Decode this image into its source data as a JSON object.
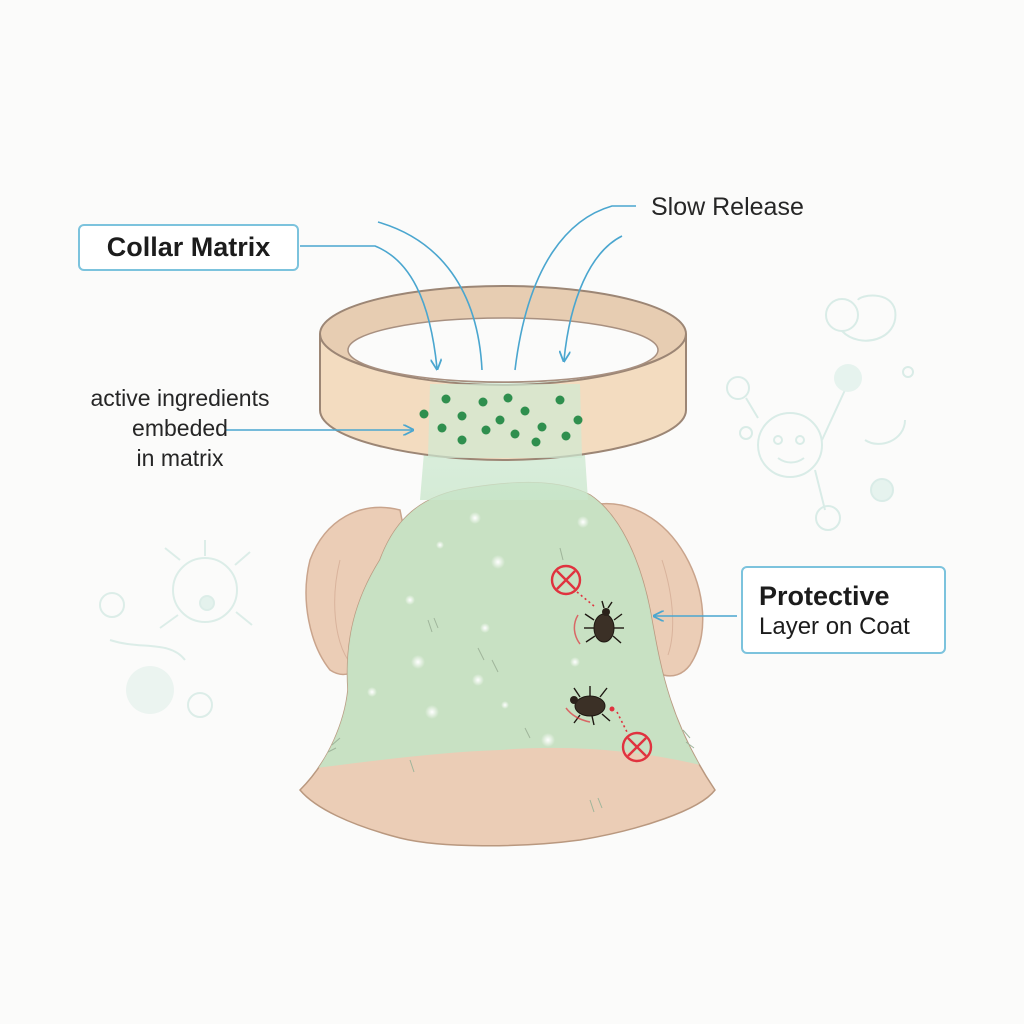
{
  "labels": {
    "collar_matrix": "Collar Matrix",
    "slow_release": "Slow Release",
    "active_ingredients": [
      "active ingredients",
      "embeded",
      "in matrix"
    ],
    "protective_title": "Protective",
    "protective_sub": "Layer on Coat"
  },
  "colors": {
    "accent_line": "#4aa6cf",
    "label_border": "#7cc3dd",
    "collar_fill": "#f3dcc0",
    "collar_edge": "#9c8675",
    "particle_green": "#2f8f4e",
    "protective_green": "#c6e2c4",
    "skin": "#ebcdb6",
    "warning_red": "#e0333f"
  },
  "icons": [
    "collar-icon",
    "dog-icon",
    "tick-icon",
    "no-entry-icon",
    "microbe-icon"
  ]
}
